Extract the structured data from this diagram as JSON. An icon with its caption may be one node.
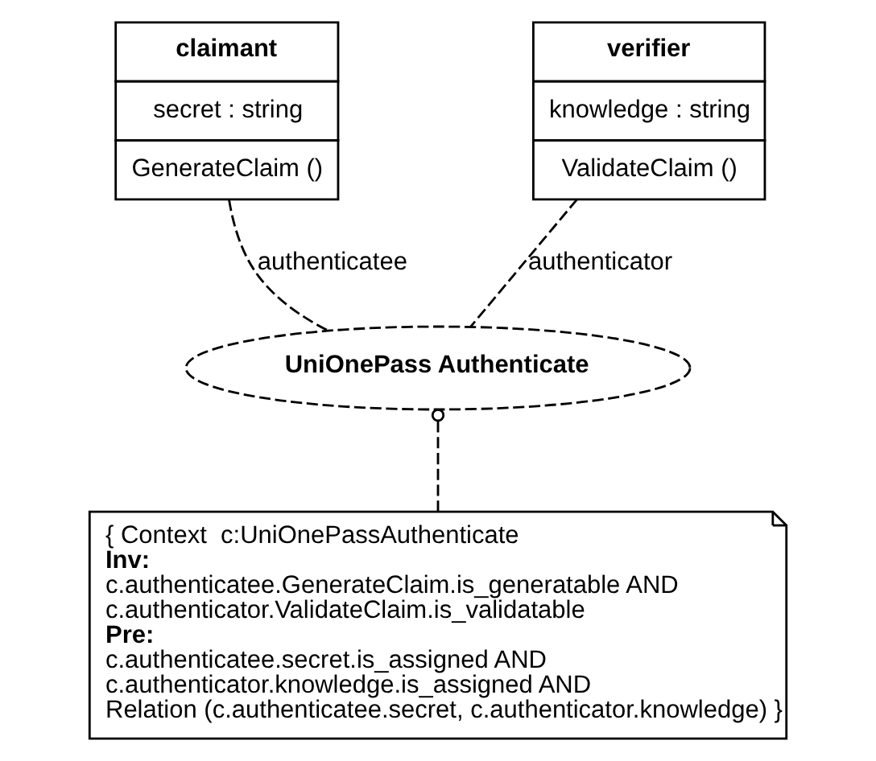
{
  "diagram": {
    "nodes": [
      {
        "text": [
          "claimant",
          "secret : string",
          "GenerateClaim ()"
        ]
      },
      {
        "text": [
          "verifier",
          "knowledge : string",
          "ValidateClaim ()"
        ]
      },
      {
        "text": [
          "UniOnePass Authenticate"
        ]
      },
      {
        "text": [
          "{ Context  c:UniOnePassAuthenticate",
          "Inv:",
          "c.authenticatee.GenerateClaim.is_generatable AND",
          "c.authenticator.ValidateClaim.is_validatable",
          "Pre:",
          "c.authenticatee.secret.is_assigned AND",
          "c.authenticator.knowledge.is_assigned AND",
          "Relation (c.authenticatee.secret, c.authenticator.knowledge) }"
        ]
      }
    ],
    "edges": [
      {
        "from": 0,
        "to": 2,
        "arrow": "none",
        "style": "dashed",
        "label": "authenticatee"
      },
      {
        "from": 1,
        "to": 2,
        "arrow": "none",
        "style": "dashed",
        "label": "authenticator"
      },
      {
        "from": 3,
        "to": 2,
        "arrow": "other",
        "style": "dashed"
      }
    ]
  }
}
